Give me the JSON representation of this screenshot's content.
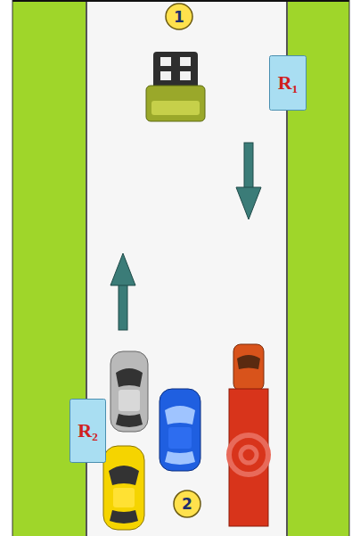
{
  "diagram": {
    "nodes": [
      {
        "text": [
          "1"
        ]
      },
      {
        "text": [
          "R₁"
        ]
      },
      {
        "text": [
          "R₂"
        ]
      },
      {
        "text": [
          "2"
        ]
      }
    ]
  }
}
